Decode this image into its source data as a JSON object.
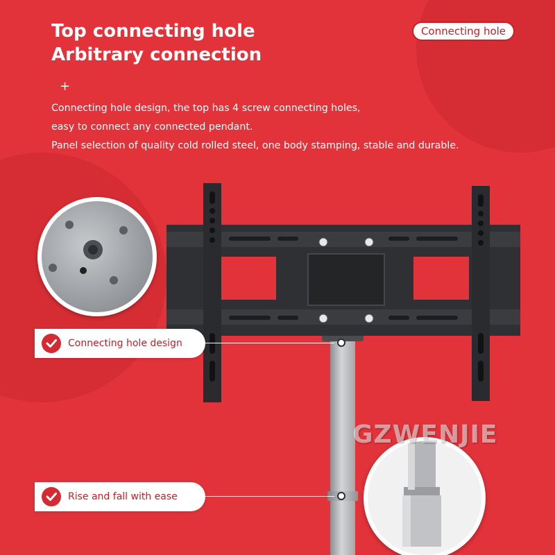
{
  "header": {
    "title_line1": "Top connecting hole",
    "title_line2": "Arbitrary connection",
    "tag": "Connecting hole"
  },
  "description": {
    "plus": "+",
    "line1": "Connecting hole design, the top has 4 screw connecting holes,",
    "line2": "easy to connect any connected pendant.",
    "line3": "Panel selection of quality cold rolled steel, one body stamping, stable and durable."
  },
  "callouts": [
    {
      "label": "Connecting hole design"
    },
    {
      "label": "Rise and fall with ease"
    }
  ],
  "watermark": "GZWENJIE",
  "colors": {
    "background": "#e2323a",
    "accent": "#c81e26",
    "panel": "#2e3033",
    "pole": "#b5b7ba"
  },
  "icons": {
    "check": "check-circle-icon"
  }
}
